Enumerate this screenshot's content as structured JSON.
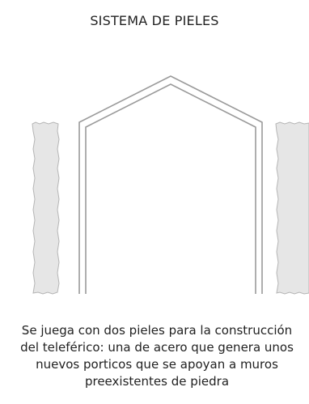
{
  "title": "SISTEMA DE PIELES",
  "caption": {
    "line1": "Se juega con dos pieles para la construcción",
    "line2": "del teleférico: una de acero que genera unos",
    "line3": "nuevos porticos que se apoyan a muros",
    "line4": "preexistentes de piedra"
  },
  "colors": {
    "stone_fill": "#e6e6e6",
    "stone_edge": "#b5b5b5",
    "frame_stroke": "#9a9a9a",
    "text": "#222222"
  }
}
